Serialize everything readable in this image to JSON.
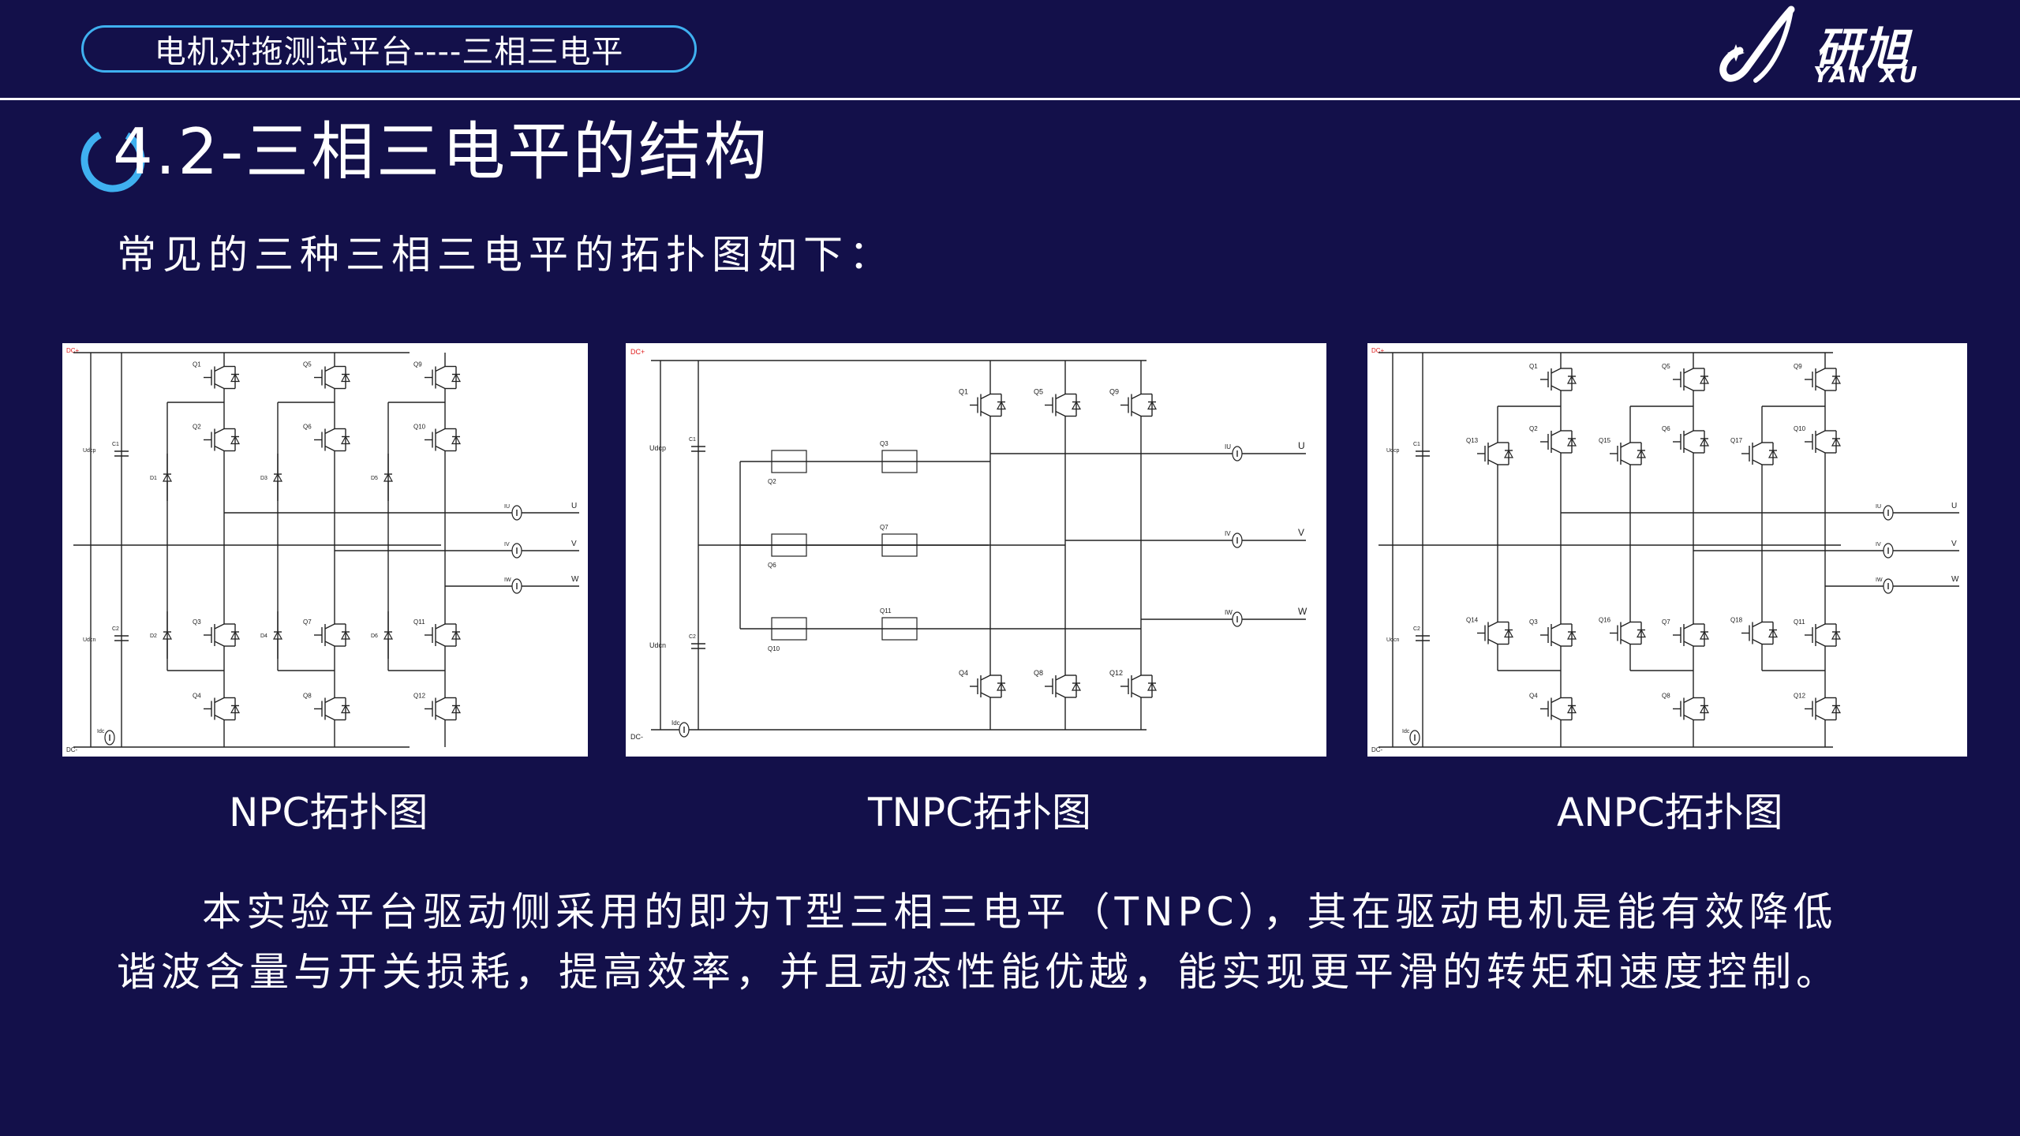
{
  "header": {
    "title": "电机对拖测试平台----三相三电平"
  },
  "logo": {
    "cn": "研旭",
    "en": "YAN XU"
  },
  "section": {
    "title": "4.2-三相三电平的结构"
  },
  "intro": "常见的三种三相三电平的拓扑图如下：",
  "diagrams": {
    "npc": {
      "caption": "NPC拓扑图",
      "labels": {
        "dcp": "DC+",
        "dcn": "DC-",
        "udcp": "Udcp",
        "udcn": "Udcn",
        "c1": "C1",
        "c2": "C2",
        "idc": "Idc",
        "top_q": [
          "Q1",
          "Q5",
          "Q9"
        ],
        "mid_top_q": [
          "Q2",
          "Q6",
          "Q10"
        ],
        "mid_bot_q": [
          "Q3",
          "Q7",
          "Q11"
        ],
        "bot_q": [
          "Q4",
          "Q8",
          "Q12"
        ],
        "diodes_top": [
          "D1",
          "D3",
          "D5"
        ],
        "diodes_bot": [
          "D2",
          "D4",
          "D6"
        ],
        "currents": [
          "IU",
          "IV",
          "IW"
        ],
        "phases": [
          "U",
          "V",
          "W"
        ]
      }
    },
    "tnpc": {
      "caption": "TNPC拓扑图",
      "labels": {
        "dcp": "DC+",
        "dcn": "DC-",
        "udcp": "Udcp",
        "udcn": "Udcn",
        "c1": "C1",
        "c2": "C2",
        "idc": "Idc",
        "top_q": [
          "Q1",
          "Q5",
          "Q9"
        ],
        "bot_q": [
          "Q4",
          "Q8",
          "Q12"
        ],
        "bidir_left": [
          "Q2",
          "Q6",
          "Q10"
        ],
        "bidir_right": [
          "Q3",
          "Q7",
          "Q11"
        ],
        "currents": [
          "IU",
          "IV",
          "IW"
        ],
        "phases": [
          "U",
          "V",
          "W"
        ]
      }
    },
    "anpc": {
      "caption": "ANPC拓扑图",
      "labels": {
        "dcp": "DC+",
        "dcn": "DC-",
        "udcp": "Udcp",
        "udcn": "Udcn",
        "c1": "C1",
        "c2": "C2",
        "idc": "Idc",
        "top_q": [
          "Q1",
          "Q5",
          "Q9"
        ],
        "mid_top_q": [
          "Q2",
          "Q6",
          "Q10"
        ],
        "mid_bot_q": [
          "Q3",
          "Q7",
          "Q11"
        ],
        "bot_q": [
          "Q4",
          "Q8",
          "Q12"
        ],
        "clamp_top": [
          "Q13",
          "Q15",
          "Q17"
        ],
        "clamp_bot": [
          "Q14",
          "Q16",
          "Q18"
        ],
        "currents": [
          "IU",
          "IV",
          "IW"
        ],
        "phases": [
          "U",
          "V",
          "W"
        ]
      }
    }
  },
  "paragraph": {
    "line1": "本实验平台驱动侧采用的即为T型三相三电平（TNPC），其在驱动电机是能有效降低",
    "line2": "谐波含量与开关损耗，提高效率，并且动态性能优越，能实现更平滑的转矩和速度控制。"
  },
  "colors": {
    "background": "#13104a",
    "accent": "#3fb0f0",
    "dc_label": "#e02020"
  }
}
